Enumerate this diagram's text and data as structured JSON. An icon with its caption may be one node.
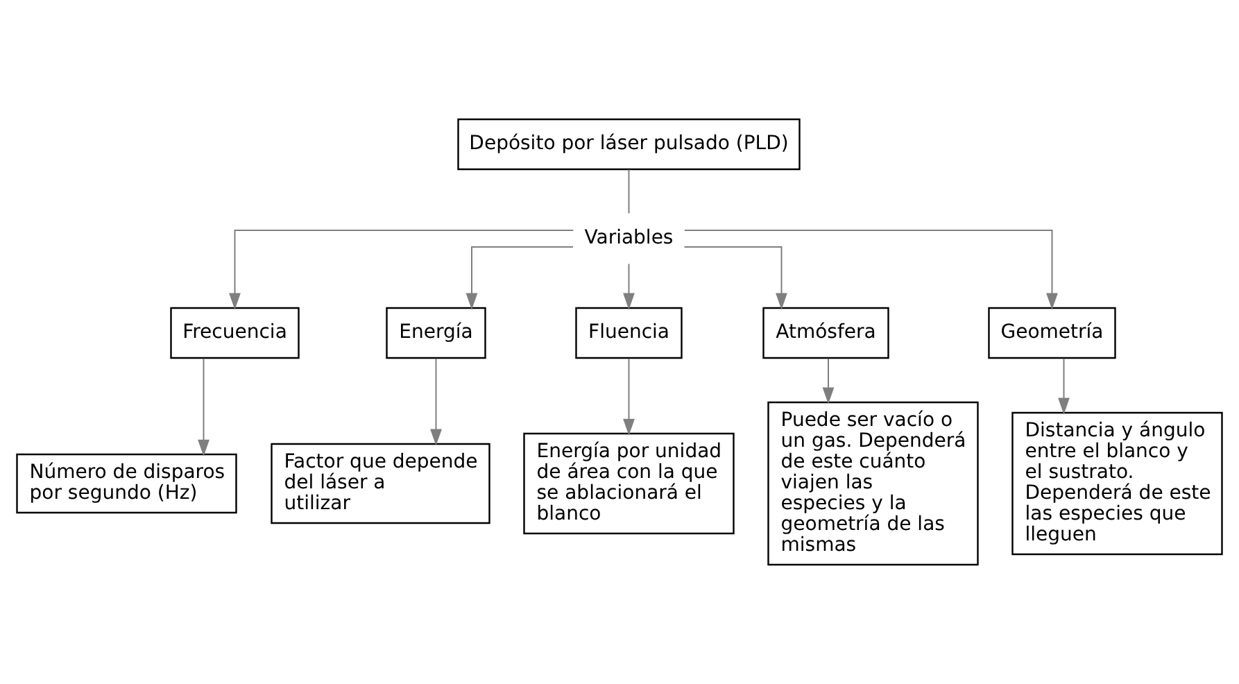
{
  "diagram": {
    "nodes": [
      {
        "text": [
          "Depósito por láser pulsado (PLD)"
        ]
      },
      {
        "text": [
          "Variables"
        ]
      },
      {
        "text": [
          "Frecuencia"
        ]
      },
      {
        "text": [
          "Energía"
        ]
      },
      {
        "text": [
          "Fluencia"
        ]
      },
      {
        "text": [
          "Atmósfera"
        ]
      },
      {
        "text": [
          "Geometría"
        ]
      },
      {
        "text": [
          "Número de disparos por segundo (Hz)"
        ]
      },
      {
        "text": [
          "Factor que depende del láser a utilizar"
        ]
      },
      {
        "text": [
          "Energía por unidad de área con la que se ablacionará el blanco"
        ]
      },
      {
        "text": [
          "Puede ser vacío o un gas. Dependerá de este cuánto viajen las especies y la geometría de las mismas"
        ]
      },
      {
        "text": [
          "Distancia y ángulo entre el blanco y el sustrato. Dependerá de este las especies que lleguen"
        ]
      }
    ],
    "edges": [
      {
        "from": 0,
        "to": 1,
        "arrow": "none"
      },
      {
        "from": 1,
        "to": 2,
        "arrow": "to"
      },
      {
        "from": 1,
        "to": 3,
        "arrow": "to"
      },
      {
        "from": 1,
        "to": 4,
        "arrow": "to"
      },
      {
        "from": 1,
        "to": 5,
        "arrow": "to"
      },
      {
        "from": 1,
        "to": 6,
        "arrow": "to"
      },
      {
        "from": 2,
        "to": 7,
        "arrow": "to"
      },
      {
        "from": 3,
        "to": 8,
        "arrow": "to"
      },
      {
        "from": 4,
        "to": 9,
        "arrow": "to"
      },
      {
        "from": 5,
        "to": 10,
        "arrow": "to"
      },
      {
        "from": 6,
        "to": 11,
        "arrow": "to"
      }
    ]
  }
}
